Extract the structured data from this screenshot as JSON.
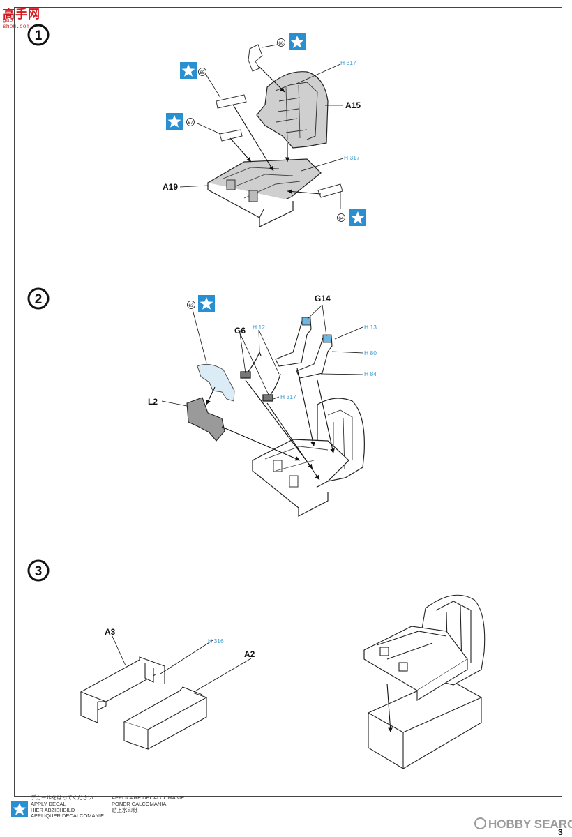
{
  "watermark": {
    "title": "高手网",
    "url": "gao-shou.com"
  },
  "steps": [
    {
      "number": "1",
      "parts": [
        "A15",
        "A19"
      ],
      "decals": [
        "65",
        "66",
        "67",
        "64"
      ],
      "paint_codes": [
        "H 317",
        "H 317"
      ]
    },
    {
      "number": "2",
      "parts": [
        "G14",
        "G6",
        "L2"
      ],
      "decals": [
        "63"
      ],
      "paint_codes": [
        "H 12",
        "H 13",
        "H 80",
        "H 84",
        "H 317"
      ]
    },
    {
      "number": "3",
      "parts": [
        "A3",
        "A2"
      ],
      "paint_codes": [
        "H 316"
      ]
    }
  ],
  "legend": {
    "col1": [
      "デカールをはってください",
      "APPLY DECAL",
      "HIER ABZIEHBILD",
      "APPLIQUER DECALCOMANIE"
    ],
    "col2": [
      "APPLICARE DECALCOMANIE",
      "PONER CALCOMANIA",
      "贴上水印纸"
    ]
  },
  "footer": {
    "brand": "HOBBY SEARCH",
    "page": "3"
  },
  "colors": {
    "decal_star": "#2a8fd0",
    "paint_code": "#3a9bd1",
    "part_fill": "#c8c8c8",
    "clear_part": "#dcecf6"
  }
}
